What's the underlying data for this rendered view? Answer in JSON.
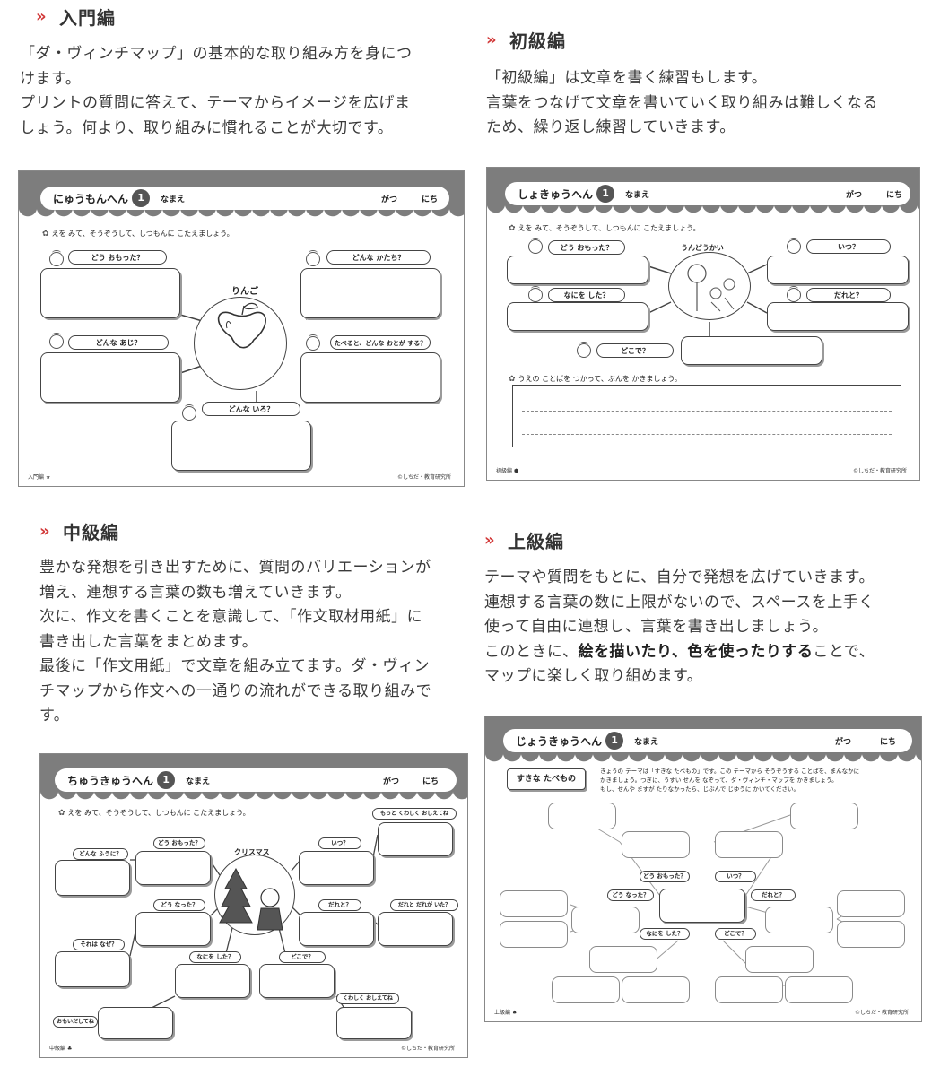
{
  "sections": {
    "nyumon": {
      "title": "入門編",
      "lines": [
        "「ダ・ヴィンチマップ」の基本的な取り組み方を身につ",
        "けます。",
        "プリントの質問に答えて、テーマからイメージを広げま",
        "しょう。何より、取り組みに慣れることが大切です。"
      ]
    },
    "shokyu": {
      "title": "初級編",
      "lines": [
        "「初級編」は文章を書く練習もします。",
        "言葉をつなげて文章を書いていく取り組みは難しくなる",
        "ため、繰り返し練習していきます。"
      ]
    },
    "chukyu": {
      "title": "中級編",
      "lines": [
        "豊かな発想を引き出すために、質問のバリエーションが",
        "増え、連想する言葉の数も増えていきます。",
        "次に、作文を書くことを意識して、「作文取材用紙」に",
        "書き出した言葉をまとめます。",
        "最後に「作文用紙」で文章を組み立てます。ダ・ヴィン",
        "チマップから作文への一通りの流れができる取り組みで",
        "す。"
      ]
    },
    "jokyu": {
      "title": "上級編",
      "lines": [
        "テーマや質問をもとに、自分で発想を広げていきます。",
        "連想する言葉の数に上限がないので、スペースを上手く",
        "使って自由に連想し、言葉を書き出しましょう。"
      ],
      "line4_a": "このときに、",
      "line4_bold": "絵を描いたり、色を使ったりする",
      "line4_b": "ことで、",
      "line5": "マップに楽しく取り組めます。"
    }
  },
  "common": {
    "name_label": "なまえ",
    "month_label": "がつ",
    "day_label": "にち",
    "copyright": "©しちだ・教育研究所"
  },
  "sheets": {
    "nyumon": {
      "title": "にゅうもんへん",
      "badge": "1",
      "instruction": "えを みて、そうぞうして、しつもんに こたえましょう。",
      "center_label": "りんご",
      "questions": [
        "どう おもった？",
        "どんな かたち？",
        "どんな あじ？",
        "たべると、どんな おとが する？",
        "どんな いろ？"
      ],
      "footer": "入門編"
    },
    "shokyu": {
      "title": "しょきゅうへん",
      "badge": "1",
      "instruction": "えを みて、そうぞうして、しつもんに こたえましょう。",
      "center_label": "うんどうかい",
      "questions": [
        "どう おもった？",
        "いつ？",
        "なにを した？",
        "だれと？",
        "どこで？"
      ],
      "writing_instruction": "うえの ことばを つかって、ぶんを かきましょう。",
      "footer": "初級編"
    },
    "chukyu": {
      "title": "ちゅうきゅうへん",
      "badge": "1",
      "instruction": "えを みて、そうぞうして、しつもんに こたえましょう。",
      "center_label": "クリスマス",
      "questions": [
        "もっと くわしく おしえてね",
        "どう おもった？",
        "どんな ふうに？",
        "いつ？",
        "どう なった？",
        "だれと？",
        "だれと だれが いた？",
        "それは なぜ？",
        "なにを した？",
        "どこで？",
        "くわしく おしえてね",
        "おもいだしてね"
      ],
      "footer": "中級編"
    },
    "jokyu": {
      "title": "じょうきゅうへん",
      "badge": "1",
      "theme_label": "すきな たべもの",
      "instruction_lines": [
        "きょうの テーマは「すきな たべもの」です。この テーマから そうぞうする ことばを、まんなかに",
        "かきましょう。つぎに、うすい せんを なぞって、ダ・ヴィンチ・マップを かきましょう。",
        "もし、せんや ますが たりなかったら、じぶんで じゆうに かいてください。"
      ],
      "questions": [
        "どう おもった？",
        "いつ？",
        "どう なった？",
        "だれと？",
        "なにを した？",
        "どこで？"
      ],
      "footer": "上級編"
    }
  },
  "colors": {
    "chevron": "#d23a3a",
    "band": "#7d7d7d",
    "text": "#3a3a3a"
  }
}
